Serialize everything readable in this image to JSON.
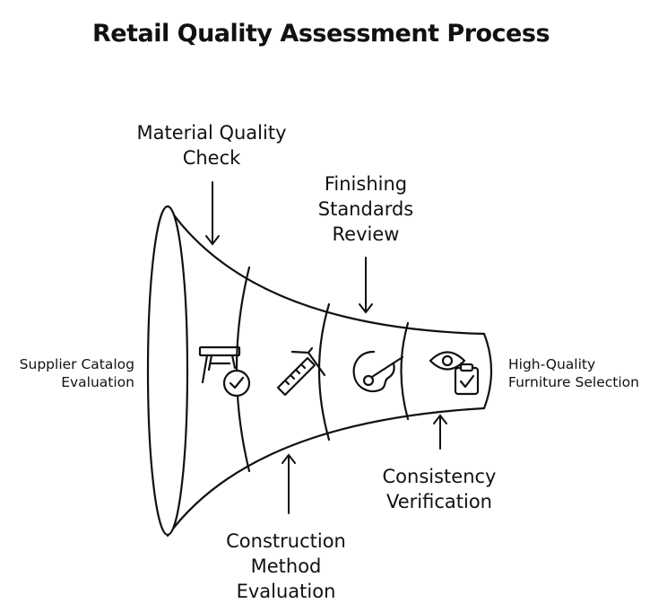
{
  "title": "Retail Quality Assessment Process",
  "input_label": [
    "Supplier Catalog",
    "Evaluation"
  ],
  "output_label": [
    "High-Quality",
    "Furniture Selection"
  ],
  "stages": [
    {
      "label": [
        "Material Quality",
        "Check"
      ],
      "position": "top",
      "icon": "table-check-icon"
    },
    {
      "label": [
        "Construction",
        "Method",
        "Evaluation"
      ],
      "position": "bottom",
      "icon": "measuring-tools-icon"
    },
    {
      "label": [
        "Finishing",
        "Standards",
        "Review"
      ],
      "position": "top",
      "icon": "paint-palette-icon"
    },
    {
      "label": [
        "Consistency",
        "Verification"
      ],
      "position": "bottom",
      "icon": "eye-clipboard-icon"
    }
  ]
}
